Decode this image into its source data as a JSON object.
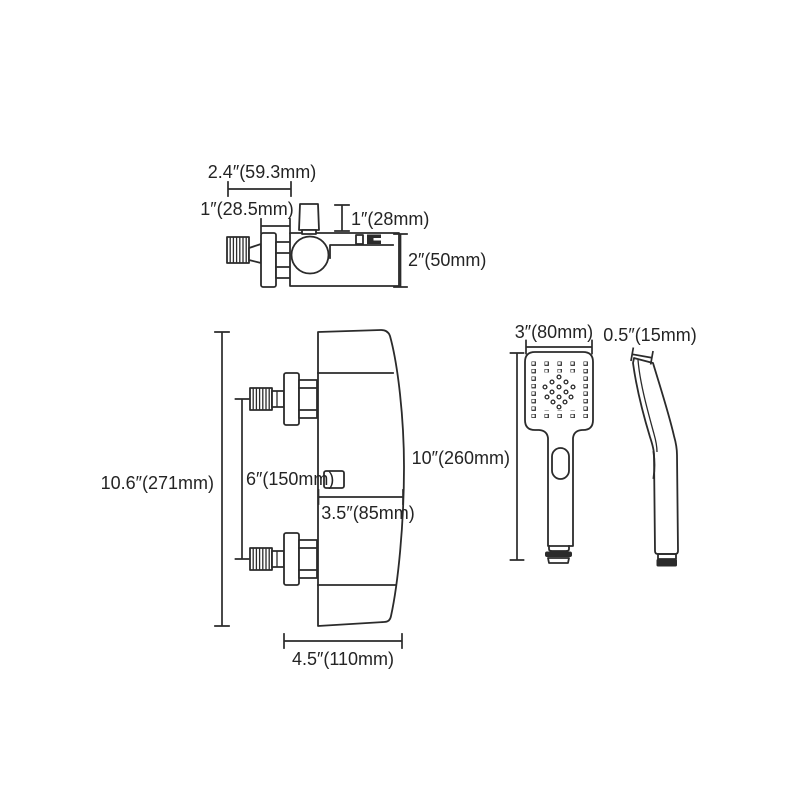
{
  "colors": {
    "background": "#ffffff",
    "line": "#2b2b2b",
    "text": "#242424"
  },
  "top_valve_view": {
    "dim_width": "2.4″(59.3mm)",
    "dim_inlet_offset": "1″(28.5mm)",
    "dim_knob_height": "1″(28mm)",
    "dim_body_height": "2″(50mm)"
  },
  "main_valve_view": {
    "dim_overall_height": "10.6″(271mm)",
    "dim_port_spacing": "6″(150mm)",
    "dim_body_depth": "3.5″(85mm)",
    "dim_base_width": "4.5″(110mm)"
  },
  "hand_shower_view": {
    "dim_head_width": "3″(80mm)",
    "dim_overall_height": "10″(260mm)",
    "dim_head_thickness": "0.5″(15mm)"
  }
}
